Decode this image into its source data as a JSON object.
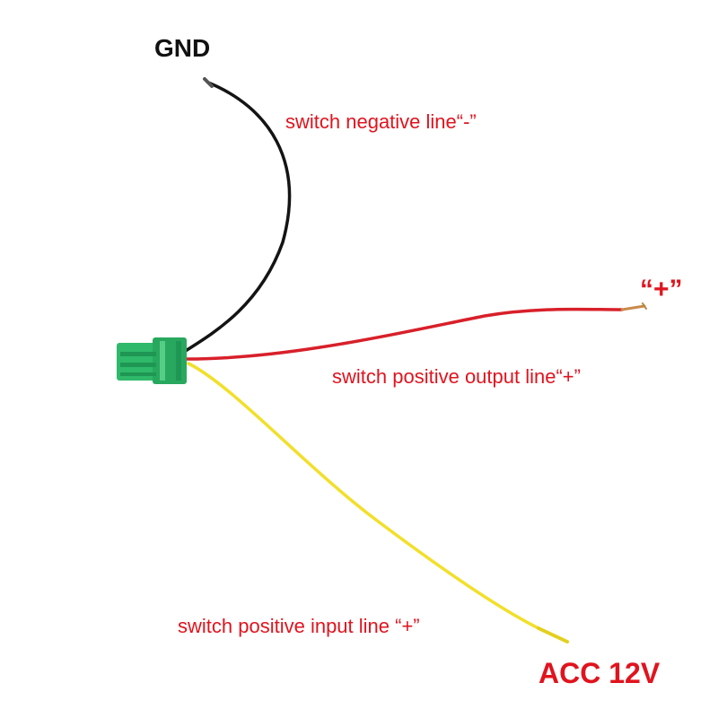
{
  "labels": {
    "gnd": "GND",
    "negative_line": "switch negative line“-”",
    "plus": "“+”",
    "positive_output_line": "switch positive output line“+”",
    "positive_input_line": "switch positive input line “+”",
    "acc": "ACC 12V"
  },
  "colors": {
    "background": "#ffffff",
    "label_red": "#e0141e",
    "label_black": "#111111",
    "wire_black": "#141414",
    "wire_red": "#d8202a",
    "wire_yellow": "#f2df2a",
    "connector_green": "#2fb96a",
    "copper": "#c98a4a"
  }
}
